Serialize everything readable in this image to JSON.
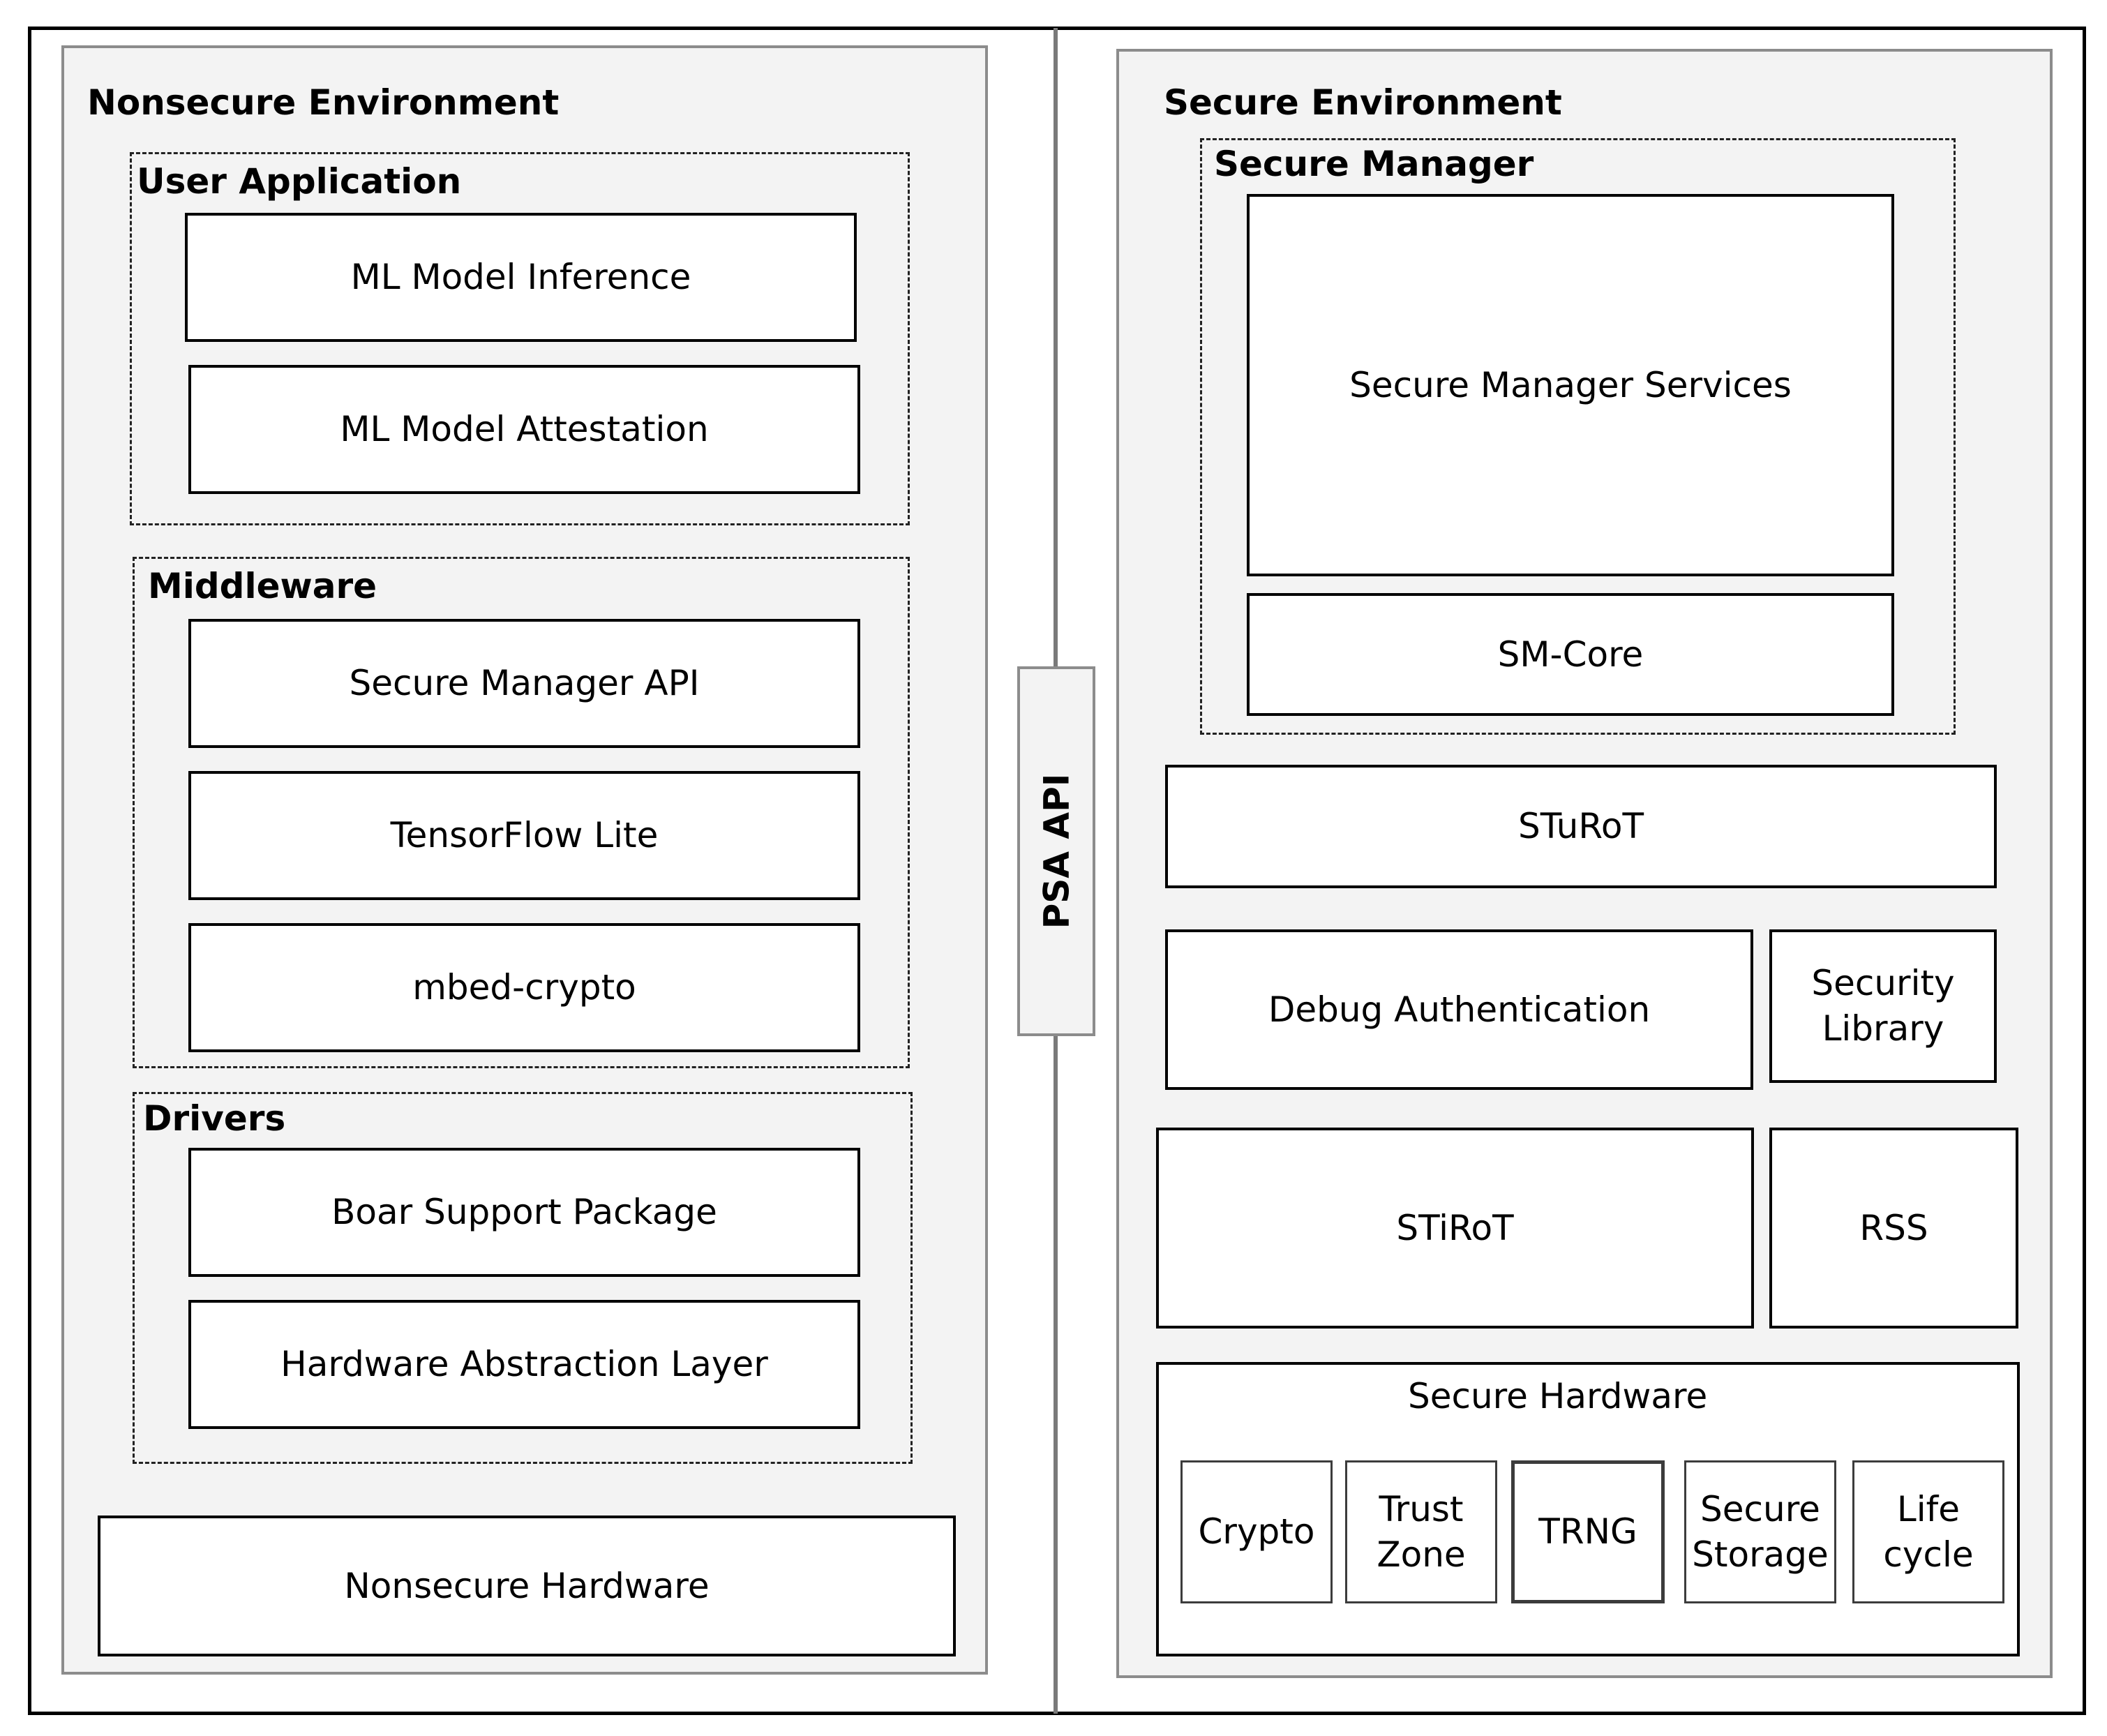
{
  "nonsecure": {
    "title": "Nonsecure Environment",
    "user_app": {
      "title": "User Application",
      "items": [
        "ML Model Inference",
        "ML Model Attestation"
      ]
    },
    "middleware": {
      "title": "Middleware",
      "items": [
        "Secure Manager API",
        "TensorFlow Lite",
        "mbed-crypto"
      ]
    },
    "drivers": {
      "title": "Drivers",
      "items": [
        "Boar Support Package",
        "Hardware Abstraction Layer"
      ]
    },
    "hardware": "Nonsecure Hardware"
  },
  "psa_api": "PSA API",
  "secure": {
    "title": "Secure Environment",
    "secure_manager": {
      "title": "Secure Manager",
      "services": "Secure Manager Services",
      "core": "SM-Core"
    },
    "sturot": "STuRoT",
    "debug_auth": "Debug Authentication",
    "security_library": "Security\nLibrary",
    "stirot": "STiRoT",
    "rss": "RSS",
    "hardware": {
      "title": "Secure Hardware",
      "items": [
        "Crypto",
        "Trust\nZone",
        "TRNG",
        "Secure\nStorage",
        "Life\ncycle"
      ]
    }
  }
}
